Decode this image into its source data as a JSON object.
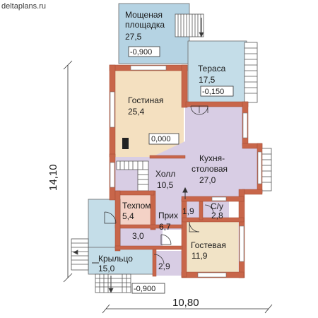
{
  "watermark": "deltaplans.ru",
  "rooms": {
    "paved_area": {
      "name_1": "Мощеная",
      "name_2": "площадка",
      "area": "27,5",
      "level": "-0,900"
    },
    "terrace": {
      "name": "Тераса",
      "area": "17,5",
      "level": "-0,150"
    },
    "living": {
      "name": "Гостиная",
      "area": "25,4",
      "level": "0,000"
    },
    "kitchen": {
      "name_1": "Кухня-",
      "name_2": "столовая",
      "area": "27,0"
    },
    "hall": {
      "name": "Холл",
      "area": "10,5"
    },
    "tech": {
      "name": "Техпом",
      "area": "5,4"
    },
    "entry": {
      "name": "Прих",
      "area": "6,7"
    },
    "small_1": {
      "area": "1,9"
    },
    "wc": {
      "name": "С/у",
      "area": "2,8"
    },
    "guest": {
      "name": "Гостевая",
      "area": "11,9"
    },
    "small_2": {
      "area": "3,0"
    },
    "porch": {
      "name": "Крыльцо",
      "area": "15,0"
    },
    "small_3": {
      "area": "2,9"
    }
  },
  "porch_level": "-0,900",
  "dimensions": {
    "height": "14,10",
    "width": "10,80"
  },
  "colors": {
    "wall": "#c8664a",
    "wall_dark": "#a24a33",
    "paved": "#b5d3e3",
    "terrace": "#c4dde8",
    "living": "#f4e0c0",
    "kitchen": "#d8cde4",
    "guest": "#f1e3c6",
    "tech": "#f4d2c6",
    "porch": "#c4dde8",
    "stair": "#ffffff"
  }
}
